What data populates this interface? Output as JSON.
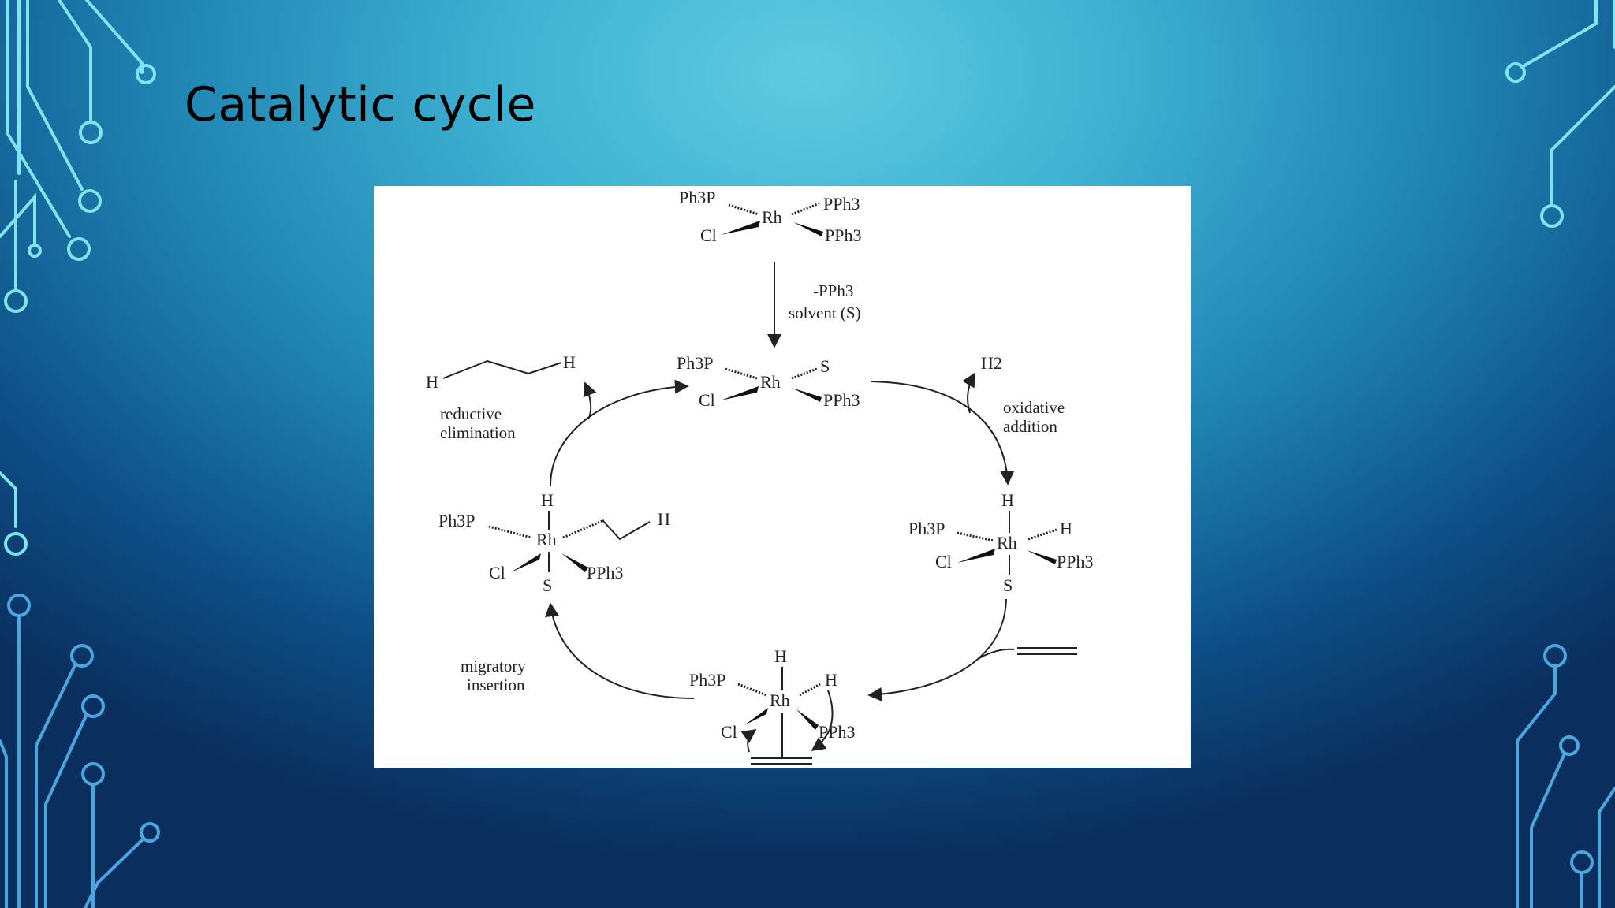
{
  "slide": {
    "title": "Catalytic cycle"
  },
  "diagram": {
    "top_complex": {
      "l1": "Ph3P",
      "rh": "Rh",
      "r1": "PPh3",
      "l2": "Cl",
      "r2": "PPh3"
    },
    "step_top": {
      "line1": "-PPh3",
      "line2": "solvent (S)"
    },
    "solvated_complex": {
      "l1": "Ph3P",
      "rh": "Rh",
      "r1": "S",
      "l2": "Cl",
      "r2": "PPh3"
    },
    "product": {
      "h_left": "H",
      "h_right": "H"
    },
    "reductive_elimination": {
      "line1": "reductive",
      "line2": "elimination"
    },
    "oxidative_addition": {
      "reagent": "H2",
      "line1": "oxidative",
      "line2": "addition"
    },
    "dihydride_complex": {
      "top": "H",
      "l1": "Ph3P",
      "rh": "Rh",
      "r1": "H",
      "l2": "Cl",
      "r2": "PPh3",
      "bottom": "S"
    },
    "alkyl_complex": {
      "top": "H",
      "l1": "Ph3P",
      "rh": "Rh",
      "r1": "H",
      "l2": "Cl",
      "r2": "PPh3",
      "bottom": "S"
    },
    "migratory_insertion": {
      "line1": "migratory",
      "line2": "insertion"
    },
    "alkene_complex": {
      "top": "H",
      "l1": "Ph3P",
      "rh": "Rh",
      "r1": "H",
      "l2": "Cl",
      "r2": "PPh3"
    }
  }
}
